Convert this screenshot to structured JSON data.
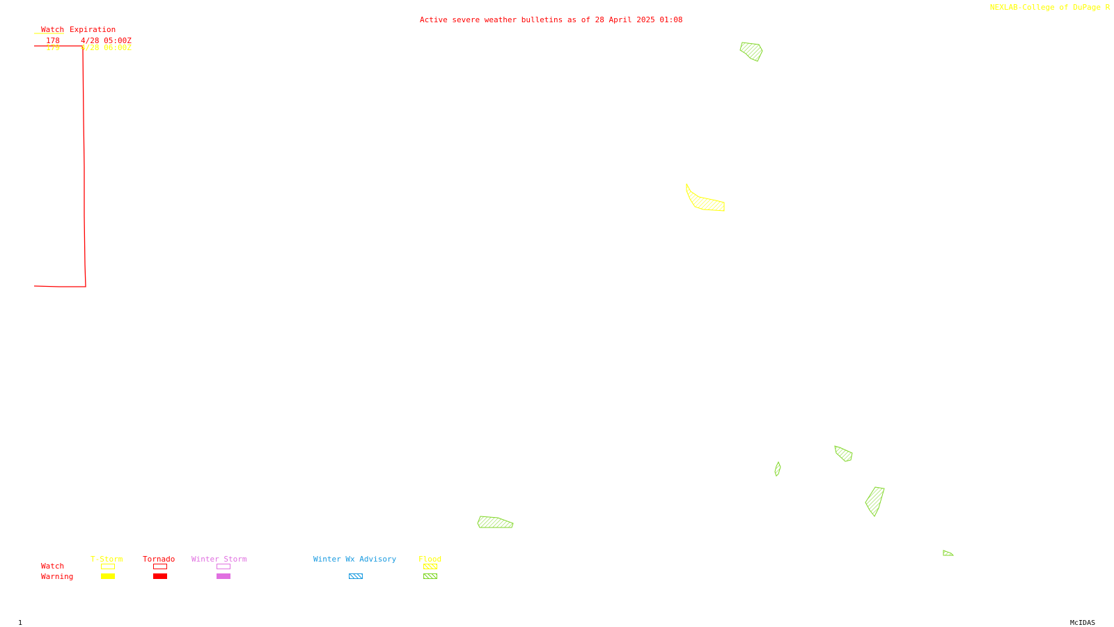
{
  "header": {
    "title": "Active severe weather bulletins as of 28 April 2025 01:08",
    "credit": "NEXLAB-College of DuPage R"
  },
  "watch_table": {
    "heading_watch": "Watch",
    "heading_expiration": "Expiration",
    "rows": [
      {
        "number": "178",
        "expires": "4/28 05:00Z",
        "color": "#ff0000"
      },
      {
        "number": "179",
        "expires": "4/28 06:00Z",
        "color": "#ffff00"
      }
    ]
  },
  "legend": {
    "row_labels": {
      "watch": "Watch",
      "warning": "Warning"
    },
    "categories": [
      {
        "label": "T-Storm",
        "color": "#ffff00"
      },
      {
        "label": "Tornado",
        "color": "#ff0000"
      },
      {
        "label": "Winter Storm",
        "color": "#e070e0"
      },
      {
        "label": "Winter Wx Advisory",
        "color": "#1a9be0"
      },
      {
        "label": "Flood",
        "color": "#7fd624"
      }
    ]
  },
  "footer": {
    "frame_number": "1",
    "software": "McIDAS"
  },
  "colors": {
    "tornado": "#ff0000",
    "tstorm": "#ffff00",
    "flood": "#7fd624",
    "winter_storm": "#e070e0",
    "winter_advisory": "#1a9be0"
  }
}
